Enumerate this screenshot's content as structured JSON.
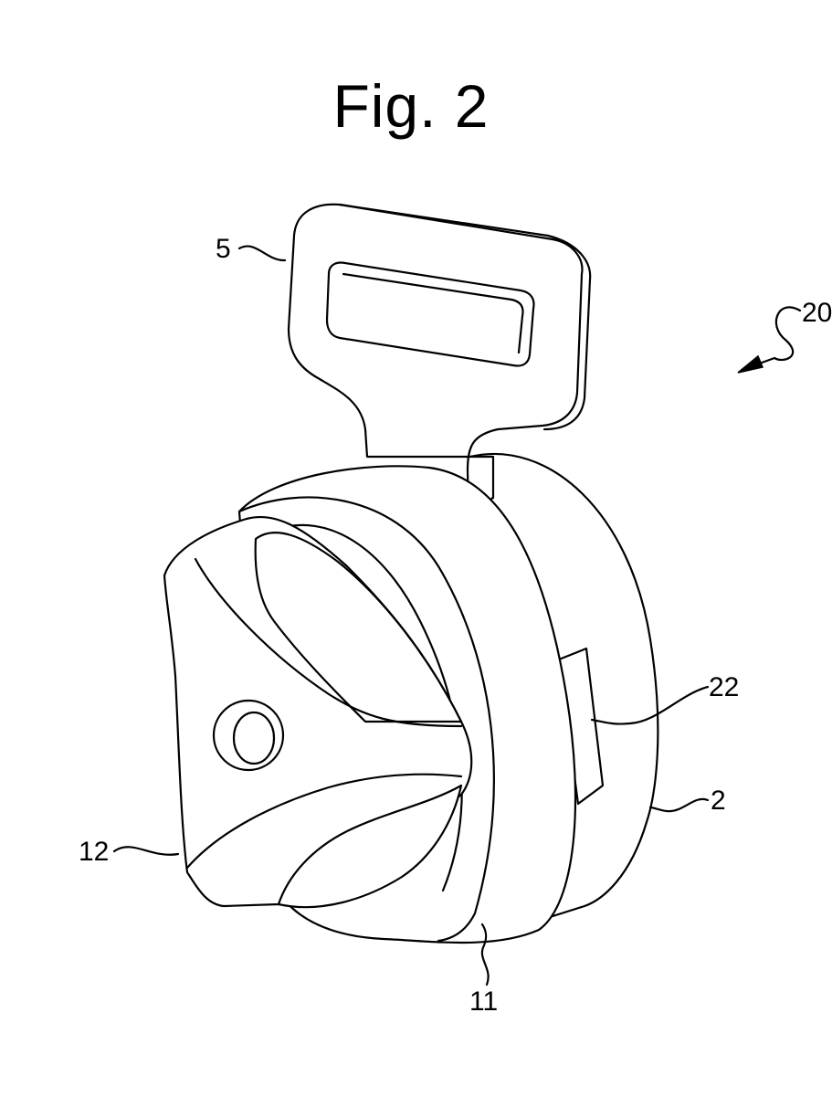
{
  "figure": {
    "title": "Fig. 2",
    "labels": {
      "tongue": "5",
      "assembly": "20",
      "window": "22",
      "housing": "2",
      "cap": "12",
      "ring": "11"
    }
  }
}
